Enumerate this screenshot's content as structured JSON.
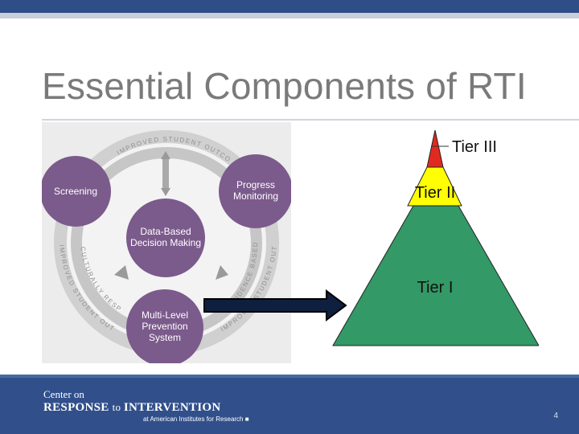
{
  "slide": {
    "title": "Essential Components of RTI",
    "page_number": "4"
  },
  "diagram": {
    "circles": {
      "screening": "Screening",
      "progress_monitoring": [
        "Progress",
        "Monitoring"
      ],
      "data_based": [
        "Data-Based",
        "Decision Making"
      ],
      "multi_level": [
        "Multi-Level",
        "Prevention",
        "System"
      ]
    },
    "ring_labels": {
      "top": "IMPROVED STUDENT OUTCOMES",
      "left": "CULTURALLY RESPONSIVE",
      "left_outer": "IMPROVED STUDENT OUTCOMES",
      "right": "EVIDENCE BASED",
      "right_outer": "IMPROVED STUDENT OUTCOMES"
    },
    "colors": {
      "circle": "#7b5a8c",
      "ring": "#d7d7d7",
      "band": "#c4c4c4"
    }
  },
  "pyramid": {
    "tiers": [
      {
        "label": "Tier III",
        "color": "#e02a1f"
      },
      {
        "label": "Tier II",
        "color": "#ffff00"
      },
      {
        "label": "Tier I",
        "color": "#339966"
      }
    ]
  },
  "footer": {
    "logo_line1": "Center on",
    "logo_line2_a": "RESPONSE ",
    "logo_line2_b": "to ",
    "logo_line2_c": "INTERVENTION",
    "logo_line3": "at American Institutes for Research ■"
  }
}
